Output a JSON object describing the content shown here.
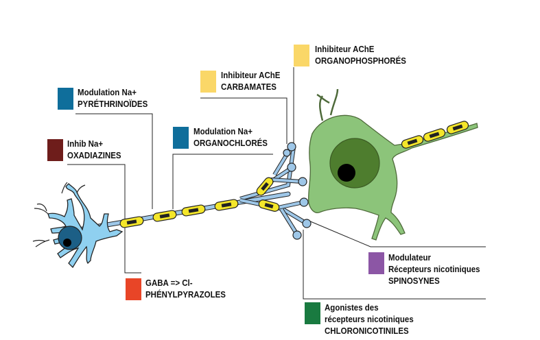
{
  "colors": {
    "axon_line": "#9ec7e8",
    "neuron_blue": "#8fd0f0",
    "neuron_blue_stroke": "#2a2a2a",
    "nucleus_blue": "#1c5f86",
    "neuron_green": "#8cc47a",
    "nucleus_green": "#4e7d2e",
    "myelin": "#f4e62a",
    "connector": "#222222"
  },
  "labels": [
    {
      "id": "pyrethrinoides",
      "lines": [
        "Modulation Na+",
        "PYRÉTHRINOÏDES"
      ],
      "swatch": "#0f6e9b"
    },
    {
      "id": "oxadiazines",
      "lines": [
        "Inhib Na+",
        "OXADIAZINES"
      ],
      "swatch": "#6e1d1b"
    },
    {
      "id": "organochlores",
      "lines": [
        "Modulation Na+",
        "ORGANOCHLORÉS"
      ],
      "swatch": "#0f6e9b"
    },
    {
      "id": "carbamates",
      "lines": [
        "Inhibiteur AChE",
        "CARBAMATES"
      ],
      "swatch": "#fad768"
    },
    {
      "id": "organophosphores",
      "lines": [
        "Inhibiteur AChE",
        "ORGANOPHOSPHORÉS"
      ],
      "swatch": "#fad768"
    },
    {
      "id": "gaba",
      "lines": [
        "GABA => Cl-",
        "PHÉNYLPYRAZOLES"
      ],
      "swatch": "#e84527"
    },
    {
      "id": "spinosynes",
      "lines": [
        "Modulateur",
        "Récepteurs nicotiniques",
        "SPINOSYNES"
      ],
      "swatch": "#8c56a5"
    },
    {
      "id": "chloronicotiniles",
      "lines": [
        "Agonistes des",
        "récepteurs nicotiniques",
        "CHLORONICOTINILES"
      ],
      "swatch": "#197a40"
    }
  ]
}
